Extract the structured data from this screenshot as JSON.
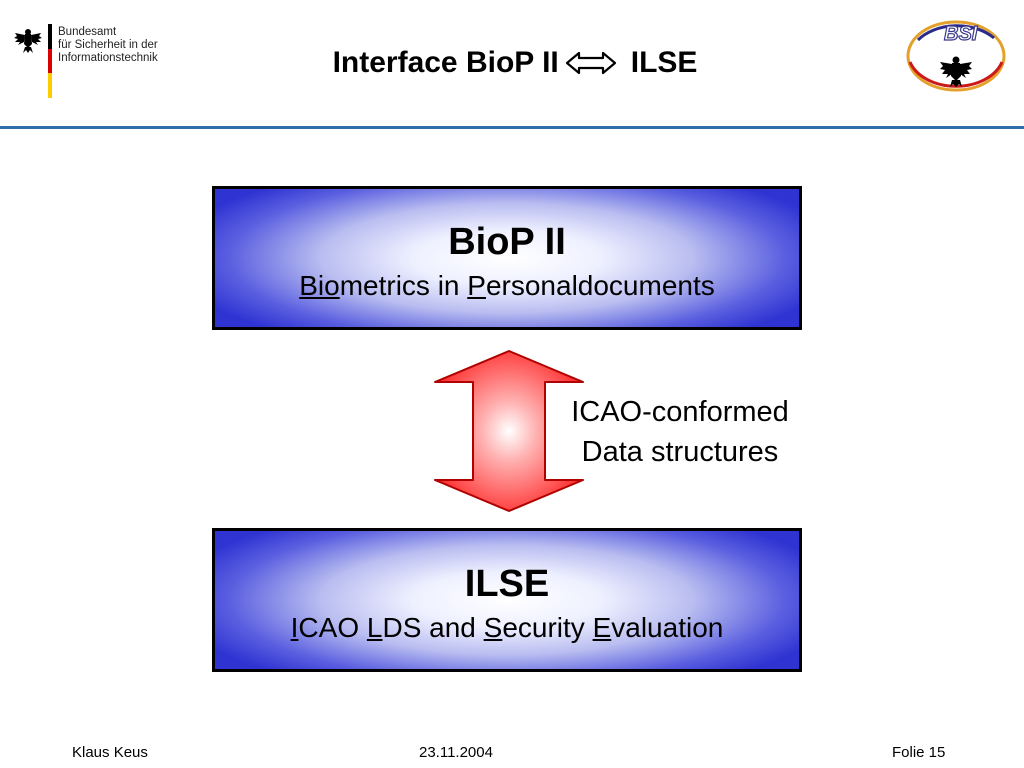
{
  "header": {
    "org_name": [
      "Bundesamt",
      "für Sicherheit in der",
      "Informationstechnik"
    ],
    "title_left": "Interface BioP II",
    "title_right": "ILSE",
    "right_logo_text": "BSI",
    "colors": {
      "rule": "#2f6ea8",
      "flag_black": "#000000",
      "flag_red": "#dd0000",
      "flag_gold": "#ffcc00"
    }
  },
  "box_top": {
    "title": "BioP II",
    "sub": [
      {
        "text": "Bio",
        "underline": true
      },
      {
        "text": "metrics in ",
        "underline": false
      },
      {
        "text": "P",
        "underline": true
      },
      {
        "text": "ersonaldocuments",
        "underline": false
      }
    ]
  },
  "arrow": {
    "label_lines": [
      "ICAO-conformed",
      "Data structures"
    ],
    "color": "#ff3b3b"
  },
  "box_bottom": {
    "title": "ILSE",
    "sub": [
      {
        "text": "I",
        "underline": true
      },
      {
        "text": "CAO ",
        "underline": false
      },
      {
        "text": "L",
        "underline": true
      },
      {
        "text": "DS and ",
        "underline": false
      },
      {
        "text": "S",
        "underline": true
      },
      {
        "text": "ecurity ",
        "underline": false
      },
      {
        "text": "E",
        "underline": true
      },
      {
        "text": "valuation",
        "underline": false
      }
    ]
  },
  "footer": {
    "author": "Klaus Keus",
    "date": "23.11.2004",
    "page": "Folie 15"
  }
}
